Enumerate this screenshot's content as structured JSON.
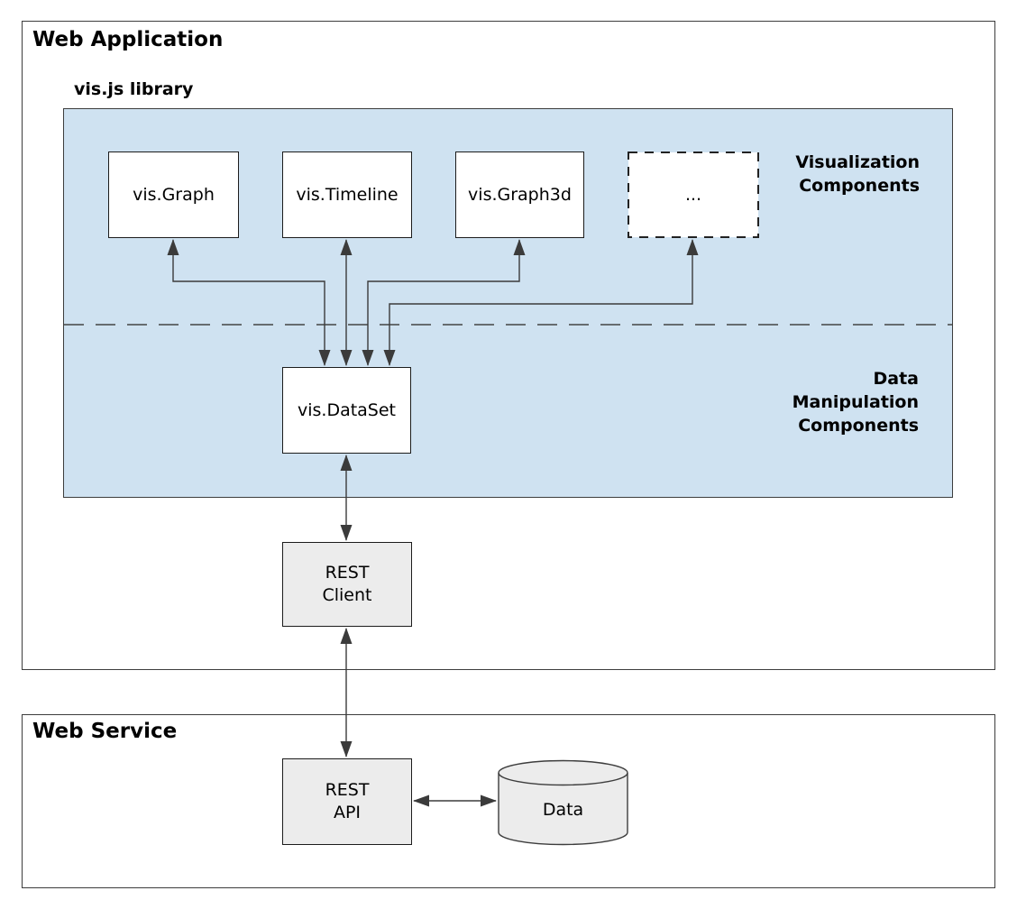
{
  "containers": {
    "web_application": {
      "title": "Web Application"
    },
    "web_service": {
      "title": "Web Service"
    },
    "vis_library": {
      "title": "vis.js library"
    }
  },
  "sections": {
    "visualization": {
      "lines": [
        "Visualization",
        "Components"
      ]
    },
    "data_manipulation": {
      "lines": [
        "Data",
        "Manipulation",
        "Components"
      ]
    }
  },
  "nodes": {
    "vis_graph": {
      "label": "vis.Graph"
    },
    "vis_timeline": {
      "label": "vis.Timeline"
    },
    "vis_graph3d": {
      "label": "vis.Graph3d"
    },
    "more_components": {
      "label": "..."
    },
    "vis_dataset": {
      "label": "vis.DataSet"
    },
    "rest_client": {
      "lines": [
        "REST",
        "Client"
      ]
    },
    "rest_api": {
      "lines": [
        "REST",
        "API"
      ]
    },
    "data_store": {
      "label": "Data"
    }
  },
  "colors": {
    "library_fill": "#cfe2f1",
    "node_white": "#ffffff",
    "node_gray": "#ececec",
    "line_color": "#3b3b3b",
    "node_border": "#1c1c1c",
    "container_border": "#3d3d3d",
    "text_color": "#000000"
  }
}
